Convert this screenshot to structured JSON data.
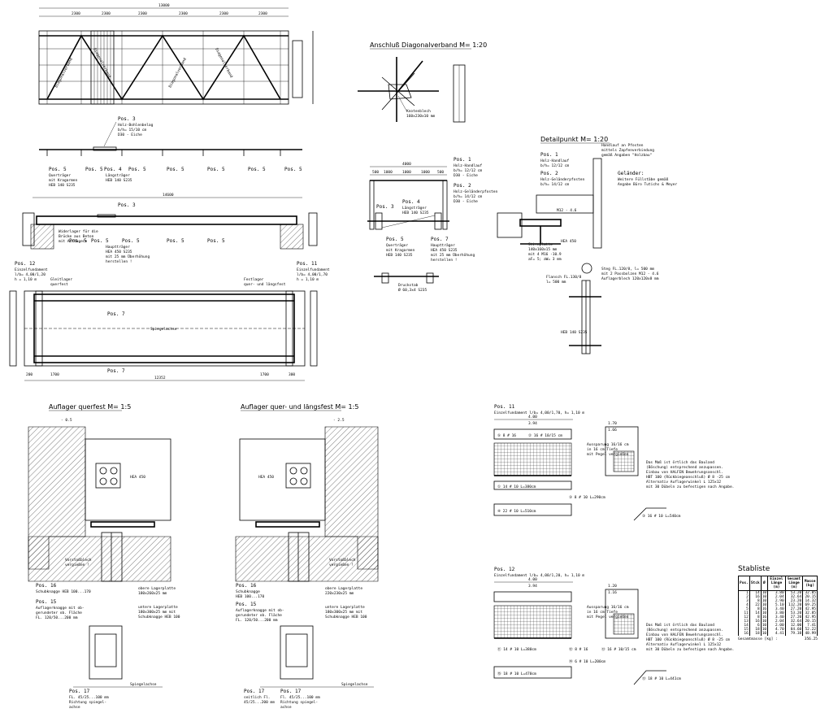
{
  "top_plan": {
    "dim_total": "13000",
    "dims": [
      "2300",
      "2300",
      "2300",
      "2300",
      "2300",
      "2300"
    ],
    "diag_labels": [
      "Diagonalverband",
      "Diagonalverband",
      "Diagonalverband",
      "Diagonalverband"
    ],
    "pos3_label": "Pos. 3",
    "pos3_desc": [
      "Holz-Bohlenbelag",
      "b/h= 15/10 cm",
      "D30 - Eiche"
    ]
  },
  "section_a": {
    "pos5_labels": [
      "Pos. 5",
      "Pos. 5",
      "Pos. 4",
      "Pos. 5",
      "Pos. 5",
      "Pos. 5",
      "Pos. 5",
      "Pos. 5"
    ],
    "quertraeger": [
      "Querträger",
      "mit Kragarmen",
      "HEB 140 S235"
    ],
    "laengstraeger": [
      "Längsträger",
      "HEB 140 S235"
    ]
  },
  "elevation": {
    "dim_total": "14600",
    "pos3": "Pos. 3",
    "labels": [
      "Pos. 5",
      "Pos. 5",
      "Pos. 5",
      "Pos. 5",
      "Pos. 5"
    ],
    "haupttraeger": [
      "Hauptträger",
      "HEA 450 S235",
      "mit 25 mm Überhöhung",
      "herstellen !"
    ],
    "pos12": "Pos. 12",
    "pos12_desc": [
      "Einzelfundament",
      "l/b= 4,00/1,20",
      "h = 1,10 m"
    ],
    "pos11": "Pos. 11",
    "pos11_desc": [
      "Einzelfundament",
      "l/b= 4,00/1,70",
      "h = 1,10 m"
    ],
    "note": [
      "Widerlager für die",
      "Brücke aus Beton",
      "mit Auflagern"
    ]
  },
  "plan_bottom": {
    "gleitlager": [
      "Gleitlager",
      "querfest"
    ],
    "festlager": [
      "Festlager",
      "quer- und längsfest"
    ],
    "pos7": "Pos. 7",
    "pos7b": "Pos. 7",
    "spiegelachse": "Spiegelachse",
    "dim_total": "12352",
    "dims_left": [
      "200",
      "1700"
    ],
    "dims_right": [
      "1700",
      "300"
    ]
  },
  "anschluss": {
    "title": "Anschluß Diagonalverband M= 1:20",
    "knoten": [
      "Knotenblech",
      "160x230x10 mm"
    ]
  },
  "cross_section": {
    "dim_total": "4000",
    "dims": [
      "500",
      "1000",
      "1000",
      "1000",
      "500"
    ],
    "pos1": "Pos. 1",
    "pos1_desc": [
      "Holz-Handlauf",
      "b/h= 12/12 cm",
      "D30 - Eiche"
    ],
    "pos2": "Pos. 2",
    "pos2_desc": [
      "Holz-Geländerpfosten",
      "b/h= 14/12 cm",
      "D30 - Eiche"
    ],
    "pos3": "Pos. 3",
    "pos4": "Pos. 4",
    "pos4_desc": [
      "Längsträger",
      "HEB 140 S235"
    ],
    "pos5": "Pos. 5",
    "pos5_desc": [
      "Querträger",
      "mit Kragarmen",
      "HEB 140 S235"
    ],
    "pos7": "Pos. 7",
    "pos7_desc": [
      "Hauptträger",
      "HEA 450 S235",
      "mit 25 mm Überhöhung",
      "herstellen !"
    ],
    "druckstab": [
      "Druckstab",
      "Ø 60,3x4 S235"
    ]
  },
  "detail": {
    "title": "Detailpunkt M= 1:20",
    "pos1": "Pos. 1",
    "pos1_desc": [
      "Holz-Handlauf",
      "b/h= 12/12 cm"
    ],
    "pos2": "Pos. 2",
    "pos2_desc": [
      "Holz-Geländerpfosten",
      "b/h= 14/12 cm"
    ],
    "handlauf_note": [
      "Handlauf an Pfosten",
      "mittels Zapfenverbindung",
      "gemäß Angaben \"Holzbau\""
    ],
    "gelaender": "Geländer:",
    "gelaender_desc": [
      "Weitere Füllstäbe gemäß",
      "Angabe Büro Tutichs & Meyer"
    ],
    "bolt": "M12 - 4.6",
    "hea": "HEA 450",
    "steg": [
      "Steg FL.120/8, l= 500 mm",
      "mit 2 Passbolzen M12 - 4.6",
      "Auflagerblech 120x120x8 mm"
    ],
    "flansch": [
      "Flansch FL.130/8",
      "l= 500 mm"
    ],
    "stirnplatte": [
      "Stirnplatte",
      "140x160x15 mm",
      "mit 4 M16 -10.9",
      "aF= 5; aW= 3 mm"
    ],
    "heb": "HEB 140 S235"
  },
  "auflager_left": {
    "title": "Auflager querfest M= 1:5",
    "level": "- 0.5",
    "hea": "HEA 450",
    "vergiessen": [
      "Vorstoßblech",
      "vergießen !"
    ],
    "pos16": "Pos. 16",
    "pos16_desc": "Schubknagge HEB 100...170",
    "pos15": "Pos. 15",
    "pos15_desc": [
      "Auflagerknagge mit ob-",
      "gerundeter ob. Fläche",
      "FL. 120/50...200 mm"
    ],
    "obere": [
      "obere Lagerplatte",
      "180x260x25 mm"
    ],
    "untere": [
      "untere Lagerplatte",
      "180x300x25 mm mit",
      "Schubknagge HEB 100"
    ],
    "pos17": "Pos. 17",
    "pos17_desc": [
      "FL. 45/25...100 mm",
      "Richtung spiegel-",
      "achse"
    ],
    "spiegelachse": "Spiegelachse"
  },
  "auflager_right": {
    "title": "Auflager quer- und längsfest M= 1:5",
    "level": "- 2.5",
    "hea": "HEA 450",
    "vergiessen": [
      "Vorstoßblech",
      "vergießen !"
    ],
    "pos16": "Pos. 16",
    "pos16_desc": [
      "Schubknagge",
      "HEB 100...170"
    ],
    "pos15": "Pos. 15",
    "pos15_desc": [
      "Auflagerknagge mit ob-",
      "gerundeter ob. Fläche",
      "FL. 120/50...200 mm"
    ],
    "obere": [
      "obere Lagerplatte",
      "220x230x25 mm"
    ],
    "untere": [
      "untere Lagerplatte",
      "180x300x25 mm mit",
      "Schubknagge HEB 100"
    ],
    "pos17a": "Pos. 17",
    "pos17a_desc": [
      "seitlich Fl.",
      "45/25...200 mm"
    ],
    "pos17b": "Pos. 17",
    "pos17b_desc": [
      "Fl. 45/25...100 mm",
      "Richtung spiegel-",
      "achse"
    ],
    "spiegelachse": "Spiegelachse"
  },
  "pos11": {
    "title": "Pos. 11",
    "subtitle": "Einzelfundament l/b= 4,00/1,70, h= 1,10 m",
    "dims": [
      "4.00",
      "3.94",
      "1.70",
      "1.66"
    ],
    "bars": [
      "⑤ 8 # 16",
      "② 16 # 10/15 cm",
      "① 14 # 10  L=380cm",
      "③ 8 # 10  L=290cm",
      "④ 22 # 10  L=510cm",
      "③ 16 # 10  L=540cm"
    ],
    "note": [
      "Aussparung 16/16 cm",
      "in 16 cm Tiefe",
      "mit Pegel vergießen"
    ],
    "note2": [
      "Das Maß ist örtlich das Bauland",
      "(Böschung) entsprechend anzupassen.",
      "Einbau von HALFEN Bewehrungsanschl.",
      "HBT 100 (Rückbiegeanschluß) Ø 8 -25 cm",
      "Alternativ Auflagerwinkel L 125x12",
      "mit 30 Dübeln zu befestigen nach Angabe."
    ]
  },
  "pos12": {
    "title": "Pos. 12",
    "subtitle": "Einzelfundament l/b= 4,00/1,20, h= 1,10 m",
    "dims": [
      "4.00",
      "3.94",
      "1.20",
      "1.16"
    ],
    "bars": [
      "⑪ 14 # 10  L=380cm",
      "⑫ 8 # 16",
      "⑬ 16 # 10/15 cm",
      "⑭ 6 # 10  L=200cm",
      "⑮ 18 # 10  L=470cm",
      "⑬ 18 # 10  L=441cm"
    ],
    "note": [
      "Aussparung 16/16 cm",
      "in 16 cm Tiefe",
      "mit Pegel vergießen"
    ],
    "note2": [
      "Das Maß ist örtlich das Bauland",
      "(Böschung) entsprechend anzupassen.",
      "Einbau von HALFEN Bewehrungsanschl.",
      "HBT 100 (Rückbiegeanschluß) Ø 8 -25 cm",
      "Alternativ Auflagerwinkel L 125x12",
      "mit 30 Dübeln zu befestigen nach Angabe."
    ]
  },
  "stabliste": {
    "title": "Stabliste",
    "headers": [
      "Pos.",
      "Stck",
      "Ø",
      "Einzel Länge (m)",
      "Gesamt Länge (m)",
      "Masse (kg)"
    ],
    "rows": [
      [
        "1",
        "14",
        "10",
        "3.80",
        "53.20",
        "32.85"
      ],
      [
        "2",
        "16",
        "10",
        "2.04",
        "32.64",
        "20.15"
      ],
      [
        "3",
        "8",
        "10",
        "2.90",
        "23.20",
        "14.32"
      ],
      [
        "4",
        "22",
        "10",
        "5.10",
        "112.20",
        "69.25"
      ],
      [
        "5",
        "8",
        "16",
        "3.40",
        "27.20",
        "42.95"
      ],
      [
        "11",
        "14",
        "10",
        "3.80",
        "53.20",
        "32.85"
      ],
      [
        "12",
        "8",
        "16",
        "3.40",
        "27.20",
        "42.95"
      ],
      [
        "13",
        "16",
        "10",
        "2.04",
        "32.64",
        "20.15"
      ],
      [
        "14",
        "6",
        "10",
        "2.00",
        "12.00",
        "7.41"
      ],
      [
        "15",
        "18",
        "10",
        "4.70",
        "84.60",
        "52.22"
      ],
      [
        "16",
        "18",
        "10",
        "4.41",
        "79.38",
        "48.99"
      ]
    ],
    "sum_label": "Gesamtmasse [kg] :",
    "sum_value": "356.25"
  }
}
